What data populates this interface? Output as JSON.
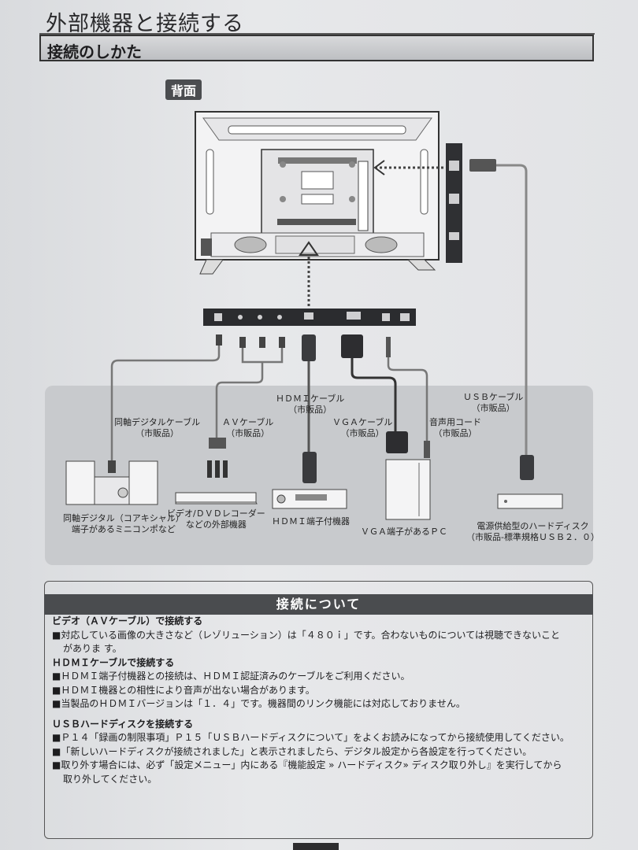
{
  "header": {
    "title": "外部機器と接続する",
    "section": "接続のしかた"
  },
  "diagram": {
    "back_label": "背面",
    "devices": [
      {
        "cable": "同軸デジタルケーブル",
        "cable_note": "（市販品）",
        "device_line1": "同軸デジタル（コアキシャル）",
        "device_line2": "端子があるミニコンポなど"
      },
      {
        "cable": "ＡＶケーブル",
        "cable_note": "（市販品）",
        "device_line1": "ビデオ/ＤＶＤレコーダー",
        "device_line2": "などの外部機器"
      },
      {
        "cable": "ＨＤＭＩケーブル",
        "cable_note": "（市販品）",
        "device_line1": "ＨＤＭＩ端子付機器",
        "device_line2": ""
      },
      {
        "cable": "ＶＧＡケーブル",
        "cable_note": "（市販品）",
        "device_line1": "ＶＧＡ端子があるＰＣ",
        "device_line2": ""
      },
      {
        "cable": "音声用コード",
        "cable_note": "（市販品）",
        "device_line1": "",
        "device_line2": ""
      },
      {
        "cable": "ＵＳＢケーブル",
        "cable_note": "（市販品）",
        "device_line1": "電源供給型のハードディスク",
        "device_line2": "（市販品-標準規格ＵＳＢ２．０）"
      }
    ]
  },
  "notes": {
    "title": "接続について",
    "groups": [
      {
        "heading": "ビデオ（ＡＶケーブル）で接続する",
        "items": [
          "■対応している画像の大きさなど（レゾリューション）は「４８０ｉ」です。合わないものについては視聴できないこと",
          "がありま す。"
        ]
      },
      {
        "heading": "ＨＤＭＩケーブルで接続する",
        "items": [
          "■ＨＤＭＩ端子付機器との接続は、ＨＤＭＩ認証済みのケーブルをご利用ください。",
          "■ＨＤＭＩ機器との相性により音声が出ない場合があります。",
          "■当製品のＨＤＭＩバージョンは「１．４」です。機器間のリンク機能には対応しておりません。"
        ]
      },
      {
        "heading": "ＵＳＢハードディスクを接続する",
        "items": [
          "■Ｐ１４「録画の制限事項」Ｐ１５「ＵＳＢハードディスクについて」をよくお読みになってから接続使用してください。",
          "■「新しいハードディスクが接続されました」と表示されましたら、デジタル設定から各設定を行ってください。",
          "■取り外す場合には、必ず「設定メニュー」内にある『機能設定 » ハードディスク» ディスク取り外し』を実行してから",
          "取り外してください。"
        ]
      }
    ]
  }
}
